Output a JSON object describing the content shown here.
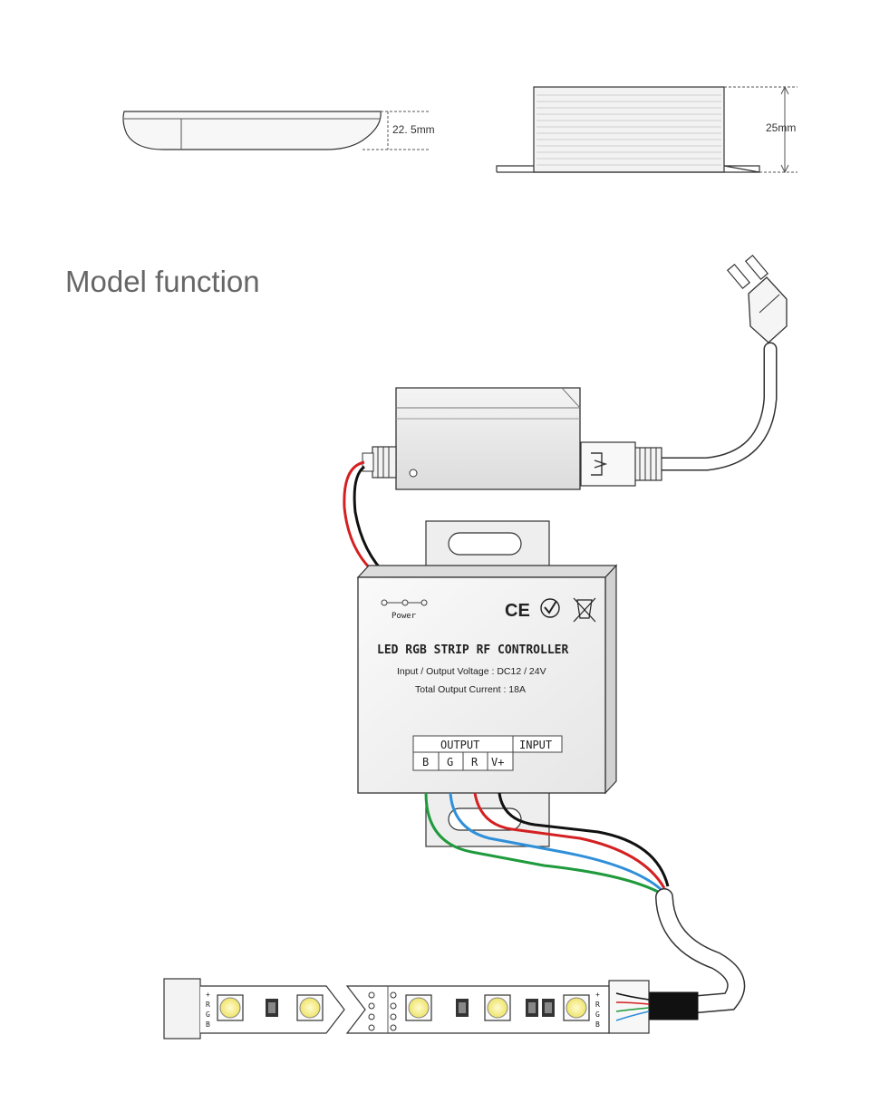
{
  "dimensions": {
    "remote_thickness": "22. 5mm",
    "controller_height": "25mm"
  },
  "section_title": "Model function",
  "controller": {
    "power_label": "Power",
    "title": "LED RGB STRIP RF CONTROLLER",
    "voltage_line": "Input / Output  Voltage : DC12 / 24V",
    "current_line": "Total  Output  Current : 18A",
    "output_header": "OUTPUT",
    "input_header": "INPUT",
    "terminals": [
      "B",
      "G",
      "R",
      "V+"
    ],
    "cert_ce": "CE"
  },
  "strip": {
    "pin_labels": [
      "+",
      "R",
      "G",
      "B"
    ]
  },
  "colors": {
    "wire_black": "#111111",
    "wire_red": "#d42020",
    "wire_green": "#1f9a3c",
    "wire_blue": "#2f8fd8",
    "led_yellow": "#f6ee8a"
  }
}
